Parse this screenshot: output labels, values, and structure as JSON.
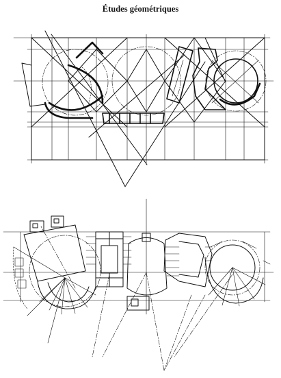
{
  "title": "Études géométriques",
  "figures": [
    {
      "label": "geometric-construction-drawing"
    },
    {
      "label": "floor-plan-drawing"
    }
  ]
}
